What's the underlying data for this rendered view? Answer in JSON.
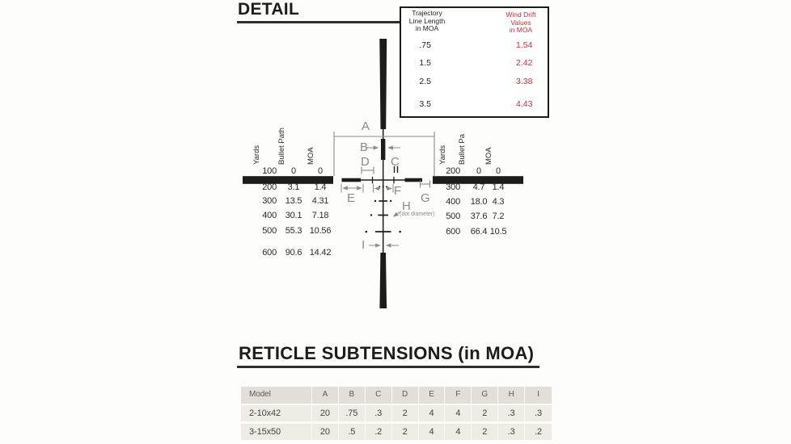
{
  "page": {
    "heading": "DETAIL",
    "subheading": "RETICLE SUBTENSIONS (in MOA)"
  },
  "colors": {
    "red": "#d42b30",
    "ink": "#1c1c1c",
    "dim_gray": "#8a8a8a",
    "table_header_bg": "#e3dfd8",
    "table_row_bg": "#efece6"
  },
  "inset": {
    "left_header_lines": [
      "Trajectory",
      "Line Length",
      "in MOA"
    ],
    "right_header_lines": [
      "Wind Drift Values",
      "in MOA"
    ],
    "rows": [
      {
        "length": ".75",
        "drift": "1.54"
      },
      {
        "length": "1.5",
        "drift": "2.42"
      },
      {
        "length": "2.5",
        "drift": "3.38"
      },
      {
        "length": "3.5",
        "drift": "4.43"
      }
    ]
  },
  "reticle": {
    "labels": {
      "a": "A",
      "b": "B",
      "c": "C",
      "d": "D",
      "e": "E",
      "f": "F",
      "g": "G",
      "h": "H",
      "i": "I"
    },
    "h_note": "(dot diameter)"
  },
  "left_table": {
    "headers": [
      "Yards",
      "Bullet Path",
      "MOA"
    ],
    "rows": [
      [
        "100",
        "0",
        "0"
      ],
      [
        "200",
        "3.1",
        "1.4"
      ],
      [
        "300",
        "13.5",
        "4.31"
      ],
      [
        "400",
        "30.1",
        "7.18"
      ],
      [
        "500",
        "55.3",
        "10.56"
      ],
      [
        "600",
        "90.6",
        "14.42"
      ]
    ]
  },
  "right_table": {
    "headers": [
      "Yards",
      "Bullet Pa",
      "MOA"
    ],
    "rows": [
      [
        "200",
        "0",
        "0"
      ],
      [
        "300",
        "4.7",
        "1.4"
      ],
      [
        "400",
        "18.0",
        "4.3"
      ],
      [
        "500",
        "37.6",
        "7.2"
      ],
      [
        "600",
        "66.4",
        "10.5"
      ]
    ]
  },
  "subtensions": {
    "columns": [
      "Model",
      "A",
      "B",
      "C",
      "D",
      "E",
      "F",
      "G",
      "H",
      "I"
    ],
    "rows": [
      [
        "2-10x42",
        "20",
        ".75",
        ".3",
        "2",
        "4",
        "4",
        "2",
        ".3",
        ".3"
      ],
      [
        "3-15x50",
        "20",
        ".5",
        ".2",
        "2",
        "4",
        "4",
        "2",
        ".3",
        ".2"
      ]
    ]
  }
}
